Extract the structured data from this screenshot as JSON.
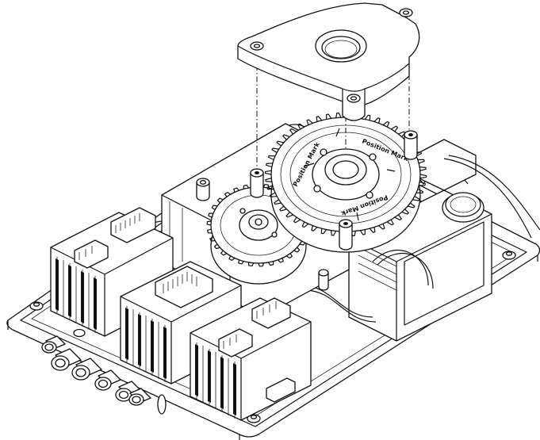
{
  "diagram": {
    "gear_labels": [
      "Position Mark",
      "Position Mark",
      "Position Mark"
    ]
  }
}
